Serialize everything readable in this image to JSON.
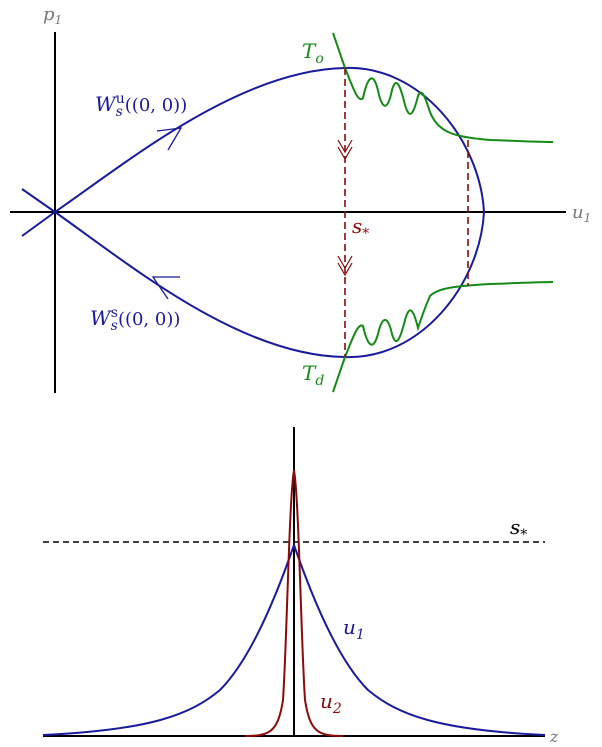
{
  "phase_plane": {
    "axis_y_label_main": "p",
    "axis_y_label_sub": "1",
    "axis_x_label_main": "u",
    "axis_x_label_sub": "1",
    "unstable_manifold": {
      "main": "W",
      "sub": "s",
      "sup": "u",
      "args": "((0, 0))"
    },
    "stable_manifold": {
      "main": "W",
      "sub": "s",
      "sup": "s",
      "args": "((0, 0))"
    },
    "top_section": {
      "main": "T",
      "sub": "o"
    },
    "bottom_section": {
      "main": "T",
      "sub": "d"
    },
    "threshold": {
      "main": "s",
      "sub": "*"
    }
  },
  "profile_plot": {
    "threshold": {
      "main": "s",
      "sub": "*"
    },
    "u1_label": {
      "main": "u",
      "sub": "1"
    },
    "u2_label": {
      "main": "u",
      "sub": "2"
    },
    "axis_x_label": "z"
  },
  "colors": {
    "manifold": "#1a1a9c",
    "section": "#168a16",
    "dashed": "#8b0a0a",
    "axis": "#000000",
    "axis_label": "#777777"
  }
}
